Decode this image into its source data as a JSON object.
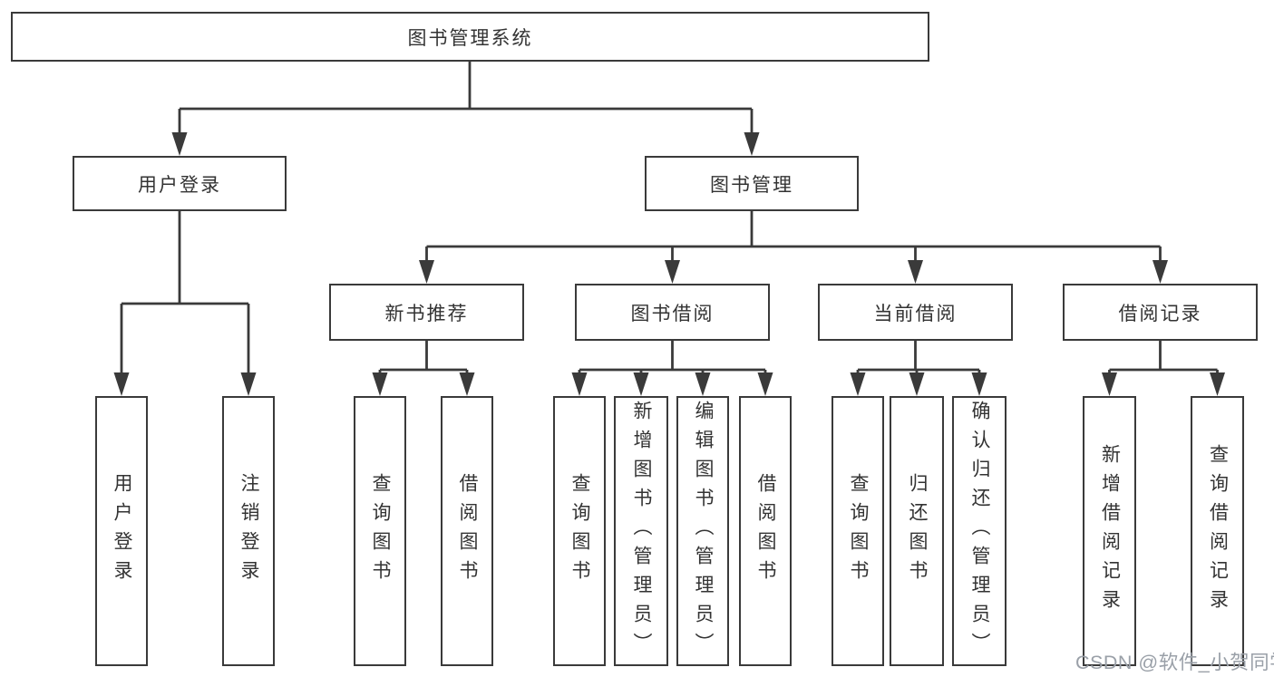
{
  "diagram": {
    "tree": {
      "root": {
        "label": "图书管理系统",
        "children": [
          {
            "label": "用户登录",
            "children": [
              {
                "label": "用户登录"
              },
              {
                "label": "注销登录"
              }
            ]
          },
          {
            "label": "图书管理",
            "children": [
              {
                "label": "新书推荐",
                "children": [
                  {
                    "label": "查询图书"
                  },
                  {
                    "label": "借阅图书"
                  }
                ]
              },
              {
                "label": "图书借阅",
                "children": [
                  {
                    "label": "查询图书"
                  },
                  {
                    "label": "新增图书（管理员）"
                  },
                  {
                    "label": "编辑图书（管理员）"
                  },
                  {
                    "label": "借阅图书"
                  }
                ]
              },
              {
                "label": "当前借阅",
                "children": [
                  {
                    "label": "查询图书"
                  },
                  {
                    "label": "归还图书"
                  },
                  {
                    "label": "确认归还（管理员）"
                  }
                ]
              },
              {
                "label": "借阅记录",
                "children": [
                  {
                    "label": "新增借阅记录"
                  },
                  {
                    "label": "查询借阅记录"
                  }
                ]
              }
            ]
          }
        ]
      }
    },
    "colors": {
      "line": "#3a3a3a",
      "box_border": "#3a3a3a",
      "box_fill": "#ffffff",
      "text": "#333333",
      "watermark_text": "#9aa0a8",
      "background": "#ffffff"
    }
  },
  "watermark": {
    "text": "CSDN @软件_小贺同学"
  }
}
